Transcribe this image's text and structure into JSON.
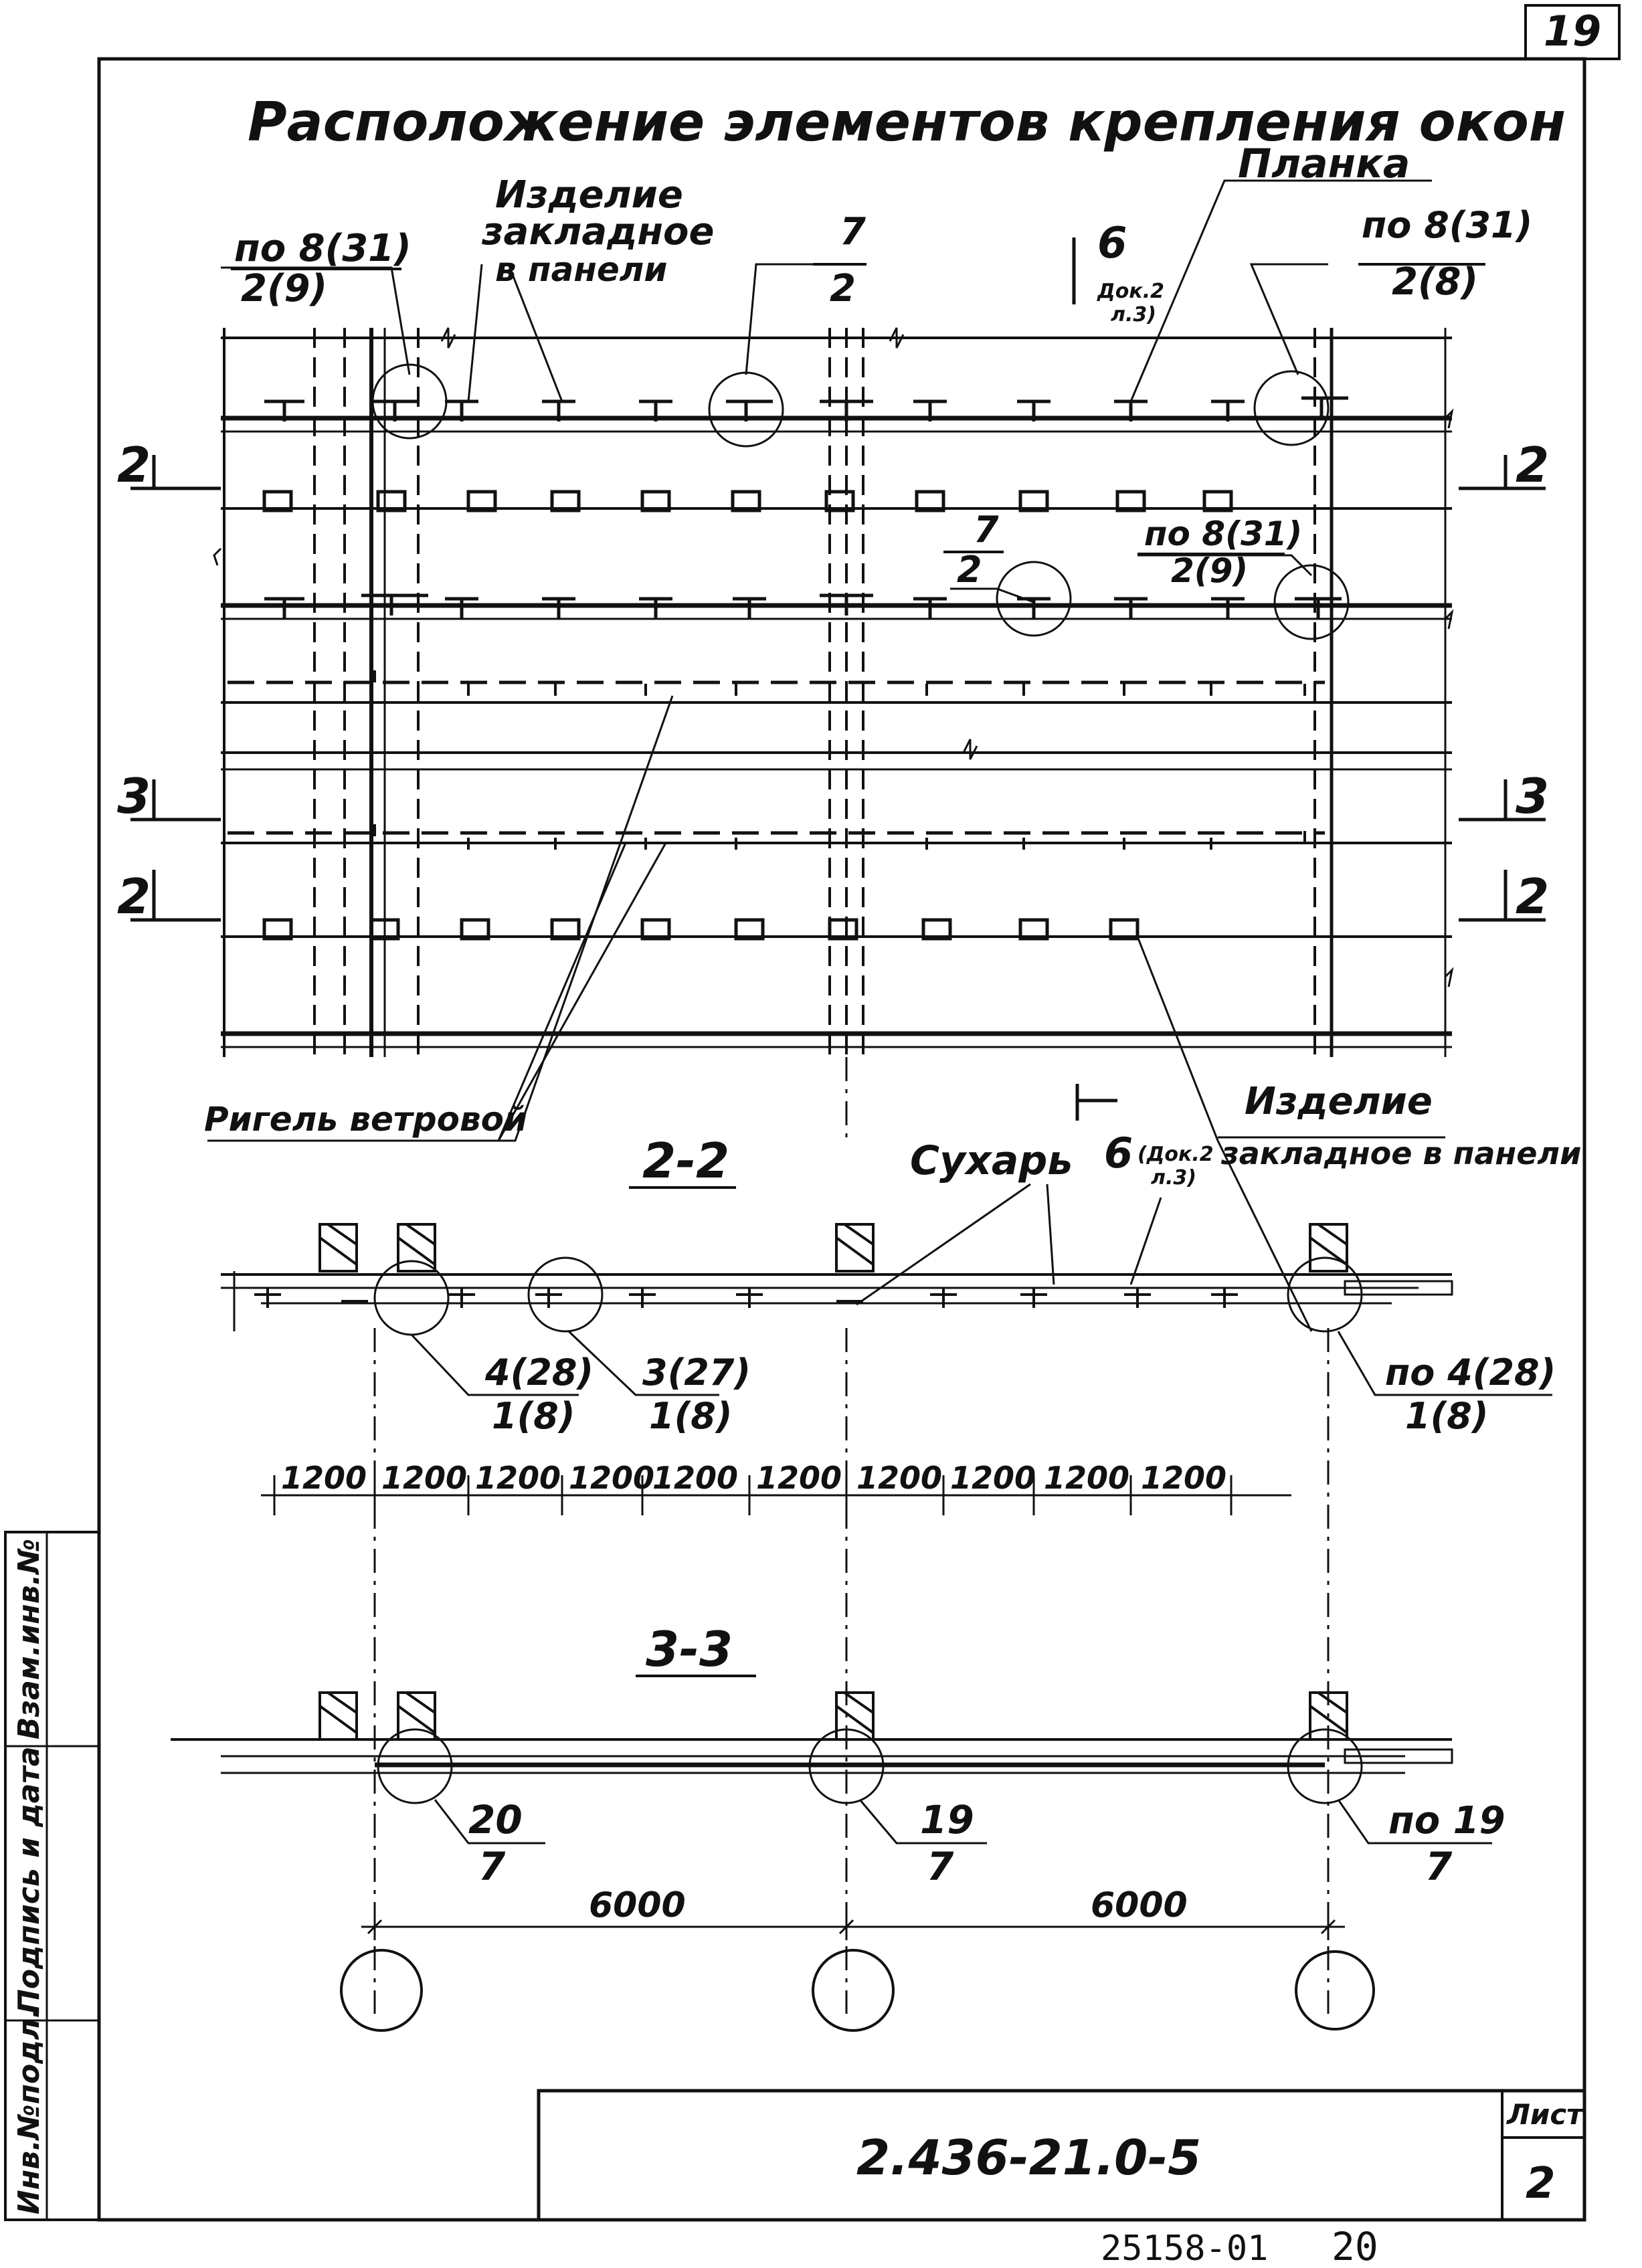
{
  "sheet_number_corner": "19",
  "title": "Расположение элементов крепления окон",
  "plan": {
    "callouts": {
      "top_left_num": "по 8(31)",
      "top_left_den": "2(9)",
      "embed_line1": "Изделие",
      "embed_line2": "закладное",
      "embed_line3": "в панели",
      "mark7_num": "7",
      "mark7_den": "2",
      "view6": "6",
      "view6_ref1": "Док.2",
      "view6_ref2": "л.3)",
      "planka": "Планка",
      "top_right_num": "по 8(31)",
      "top_right_den": "2(8)",
      "mid7_num": "7",
      "mid7_den": "2",
      "mid_right_num": "по 8(31)",
      "mid_right_den": "2(9)",
      "wind_beam": "Ригель ветровой",
      "embed2_line1": "Изделие",
      "embed2_line2": "закладное в панели",
      "view6b": "6",
      "view6b_ref1": "(Док.2",
      "view6b_ref2": "л.3)"
    },
    "section_marks": {
      "left_2_top": "2",
      "right_2_top": "2",
      "left_3": "3",
      "right_3": "3",
      "left_2_bottom": "2",
      "right_2_bottom": "2"
    }
  },
  "section22": {
    "title": "2-2",
    "sukhar": "Сухарь",
    "c1_num": "4(28)",
    "c1_den": "1(8)",
    "c2_num": "3(27)",
    "c2_den": "1(8)",
    "c3_num": "по 4(28)",
    "c3_den": "1(8)",
    "dims": [
      "1200",
      "1200",
      "1200",
      "1200",
      "1200",
      "1200",
      "1200",
      "1200",
      "1200",
      "1200"
    ]
  },
  "section33": {
    "title": "3-3",
    "c1_num": "20",
    "c1_den": "7",
    "c2_num": "19",
    "c2_den": "7",
    "c3_num": "по 19",
    "c3_den": "7",
    "dim_left": "6000",
    "dim_right": "6000"
  },
  "side_stamp": {
    "col1": "Инв.№подл.",
    "col2": "Подпись и дата",
    "col3": "Взам.инв.№"
  },
  "title_block": {
    "doc_code": "2.436-21.0-5",
    "sheet_label": "Лист",
    "sheet_number": "2"
  },
  "footer": {
    "archive_code": "25158-01",
    "page_number": "20"
  }
}
